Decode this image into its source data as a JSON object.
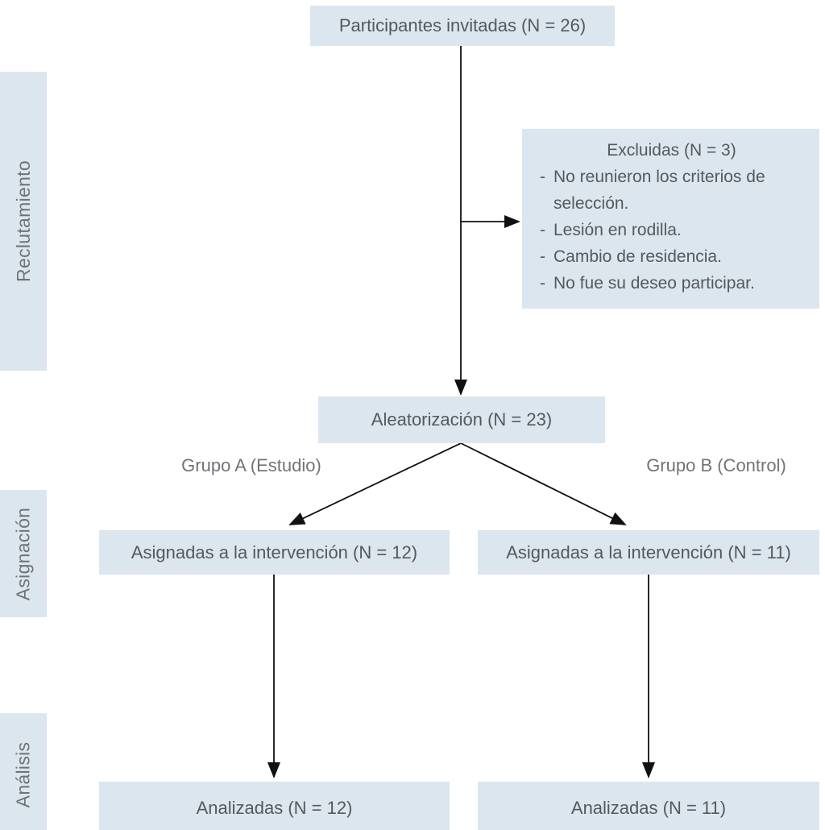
{
  "stages": [
    {
      "label": "Reclutamiento"
    },
    {
      "label": "Asignación"
    },
    {
      "label": "Análisis"
    }
  ],
  "boxes": {
    "invited": {
      "label": "Participantes invitadas (N = 26)"
    },
    "excluded": {
      "title": "Excluidas (N = 3)",
      "bullet": "-",
      "items": [
        "No reunieron los criterios de selección.",
        "Lesión en rodilla.",
        "Cambio de residencia.",
        "No fue su deseo participar."
      ]
    },
    "randomization": {
      "label": "Aleatorización (N = 23)"
    },
    "assigned_a": {
      "label": "Asignadas a la intervención (N = 12)"
    },
    "assigned_b": {
      "label": "Asignadas a la intervención (N = 11)"
    },
    "analyzed_a": {
      "label": "Analizadas (N = 12)"
    },
    "analyzed_b": {
      "label": "Analizadas (N = 11)"
    }
  },
  "group_labels": {
    "a": "Grupo A (Estudio)",
    "b": "Grupo B (Control)"
  },
  "colors": {
    "box_fill": "#dbe6ef",
    "box_text": "#55595c",
    "side_label_text": "#6f7477",
    "arrow": "#111111"
  }
}
